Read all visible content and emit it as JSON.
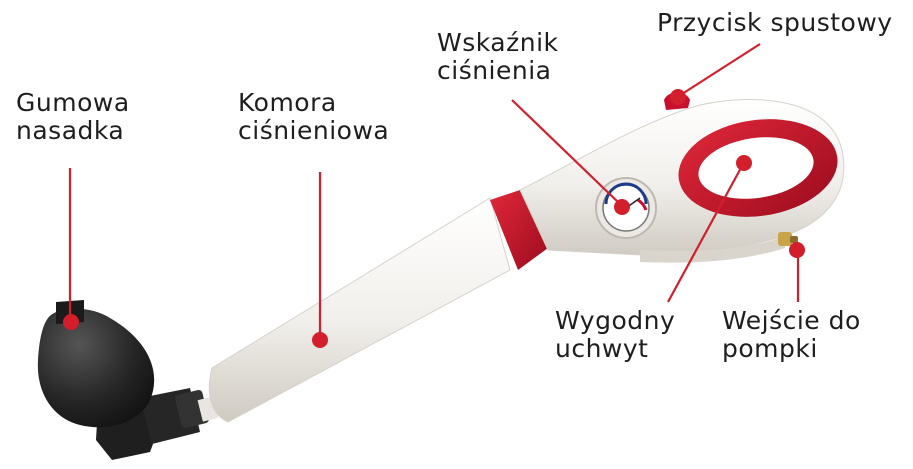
{
  "colors": {
    "accent_red": "#c8102e",
    "leader_red": "#d21f2b",
    "body_white": "#f4f2ee",
    "nozzle_black": "#1d1d1d",
    "label_text": "#1e1e1e"
  },
  "labels": {
    "rubber_nozzle": {
      "line1": "Gumowa",
      "line2": "nasadka"
    },
    "pressure_chamber": {
      "line1": "Komora",
      "line2": "ciśnieniowa"
    },
    "pressure_gauge": {
      "line1": "Wskaźnik",
      "line2": "ciśnienia"
    },
    "trigger_button": {
      "line1": "Przycisk spustowy"
    },
    "comfortable_handle": {
      "line1": "Wygodny",
      "line2": "uchwyt"
    },
    "pump_inlet": {
      "line1": "Wejście do",
      "line2": "pompki"
    }
  }
}
